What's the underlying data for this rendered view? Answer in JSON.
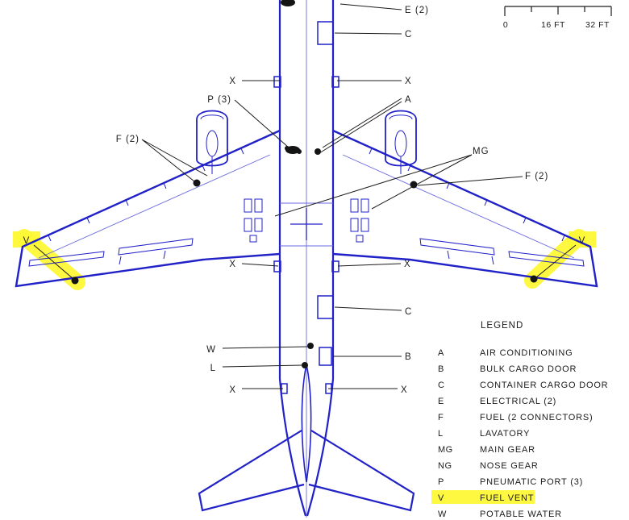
{
  "diagram_name": "aircraft-top-view-service-points",
  "colors": {
    "airframe_outline": "#2121c8",
    "airframe_detail": "#6a6ae0",
    "callout": "#1c1c1c",
    "highlight": "#fef936"
  },
  "callouts": {
    "e2": "E (2)",
    "c_fwd": "C",
    "x_top_left": "X",
    "x_top_right": "X",
    "p3": "P (3)",
    "a": "A",
    "f2_left": "F (2)",
    "mg": "MG",
    "f2_right": "F (2)",
    "v_left": "V",
    "v_right": "V",
    "x_mid_left": "X",
    "x_mid_right": "X",
    "c_aft": "C",
    "w": "W",
    "l": "L",
    "b": "B",
    "x_bot_left": "X",
    "x_bot_right": "X"
  },
  "scale_bar": {
    "start": "0",
    "mid": "16 FT",
    "end": "32 FT"
  },
  "legend": {
    "title": "LEGEND",
    "entries": [
      {
        "code": "A",
        "description": "AIR CONDITIONING",
        "highlighted": false
      },
      {
        "code": "B",
        "description": "BULK CARGO DOOR",
        "highlighted": false
      },
      {
        "code": "C",
        "description": "CONTAINER CARGO DOOR",
        "highlighted": false
      },
      {
        "code": "E",
        "description": "ELECTRICAL (2)",
        "highlighted": false
      },
      {
        "code": "F",
        "description": "FUEL (2 CONNECTORS)",
        "highlighted": false
      },
      {
        "code": "L",
        "description": "LAVATORY",
        "highlighted": false
      },
      {
        "code": "MG",
        "description": "MAIN GEAR",
        "highlighted": false
      },
      {
        "code": "NG",
        "description": "NOSE GEAR",
        "highlighted": false
      },
      {
        "code": "P",
        "description": "PNEUMATIC PORT (3)",
        "highlighted": false
      },
      {
        "code": "V",
        "description": "FUEL VENT",
        "highlighted": true
      },
      {
        "code": "W",
        "description": "POTABLE WATER",
        "highlighted": false
      }
    ]
  }
}
